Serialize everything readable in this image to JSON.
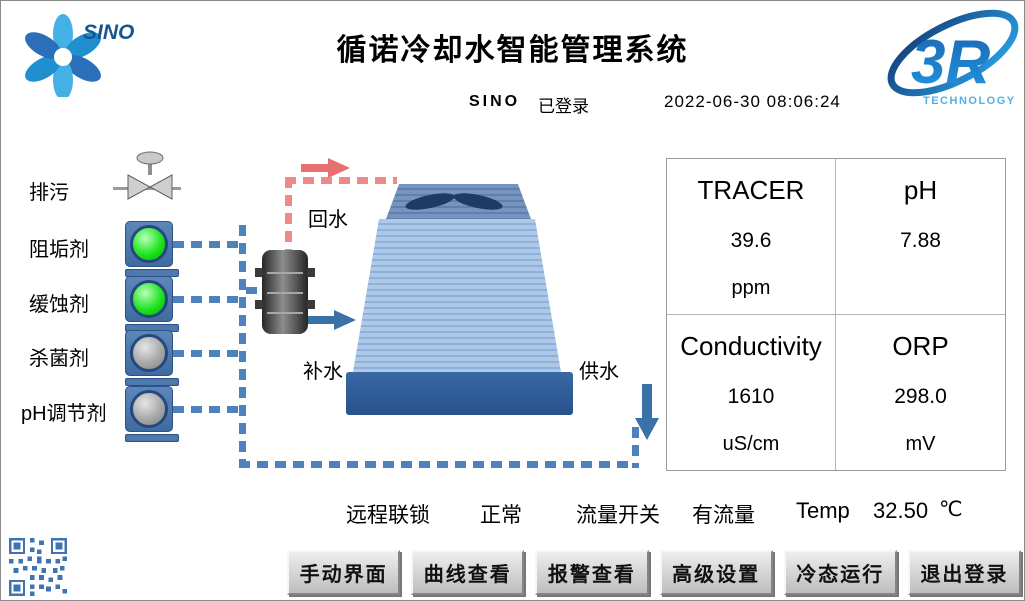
{
  "colors": {
    "brand_blue": "#1a7fd4",
    "pipe_water_blue": "#4f81bd",
    "pipe_return_pink": "#ef8a8a",
    "pump_running_green": "#00d800",
    "pump_stopped_gray": "#9a9a9a",
    "tower_blue": "#aec9e8"
  },
  "header": {
    "title": "循诺冷却水智能管理系统",
    "user": "SINO",
    "login_status": "已登录",
    "datetime": "2022-06-30 08:06:24"
  },
  "logos": {
    "sino_text": "SINO",
    "r3_text": "3R",
    "r3_sub": "TECHNOLOGY"
  },
  "diagram": {
    "blowdown_label": "排污",
    "return_water_label": "回水",
    "makeup_water_label": "补水",
    "supply_water_label": "供水",
    "dosing_pumps": [
      {
        "label": "阻垢剂",
        "status": "running"
      },
      {
        "label": "缓蚀剂",
        "status": "running"
      },
      {
        "label": "杀菌剂",
        "status": "stopped"
      },
      {
        "label": "pH调节剂",
        "status": "stopped"
      }
    ]
  },
  "readings": [
    {
      "name": "TRACER",
      "value": "39.6",
      "unit": "ppm"
    },
    {
      "name": "pH",
      "value": "7.88",
      "unit": ""
    },
    {
      "name": "Conductivity",
      "value": "1610",
      "unit": "uS/cm"
    },
    {
      "name": "ORP",
      "value": "298.0",
      "unit": "mV"
    }
  ],
  "status_bar": {
    "interlock_label": "远程联锁",
    "interlock_value": "正常",
    "flow_label": "流量开关",
    "flow_value": "有流量",
    "temp_label": "Temp",
    "temp_value": "32.50",
    "temp_unit": "℃"
  },
  "buttons": [
    {
      "label": "手动界面"
    },
    {
      "label": "曲线查看"
    },
    {
      "label": "报警查看"
    },
    {
      "label": "高级设置"
    },
    {
      "label": "冷态运行"
    },
    {
      "label": "退出登录"
    }
  ]
}
